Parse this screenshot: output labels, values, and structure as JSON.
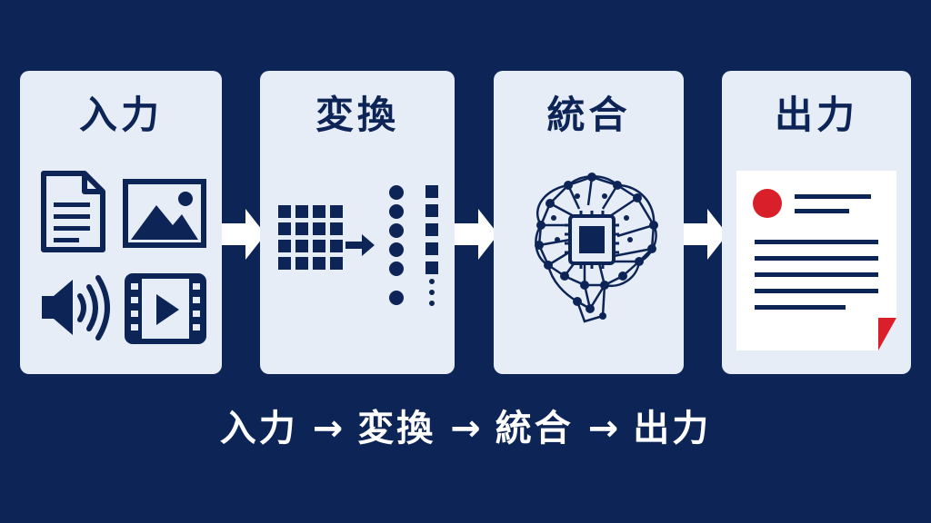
{
  "stages": [
    {
      "title": "入力",
      "icons": [
        "document-icon",
        "image-icon",
        "speaker-icon",
        "video-icon"
      ]
    },
    {
      "title": "変換",
      "icons": [
        "grid-icon",
        "arrow-right-icon",
        "vector-icon"
      ]
    },
    {
      "title": "統合",
      "icons": [
        "ai-brain-chip-icon"
      ]
    },
    {
      "title": "出力",
      "icons": [
        "report-document-icon"
      ]
    }
  ],
  "caption": {
    "steps": [
      "入力",
      "変換",
      "統合",
      "出力"
    ],
    "separator": "→"
  },
  "colors": {
    "background": "#0d2456",
    "card": "#e6edf7",
    "icon": "#0d2456",
    "accent": "#d9202a",
    "arrow": "#ffffff"
  }
}
